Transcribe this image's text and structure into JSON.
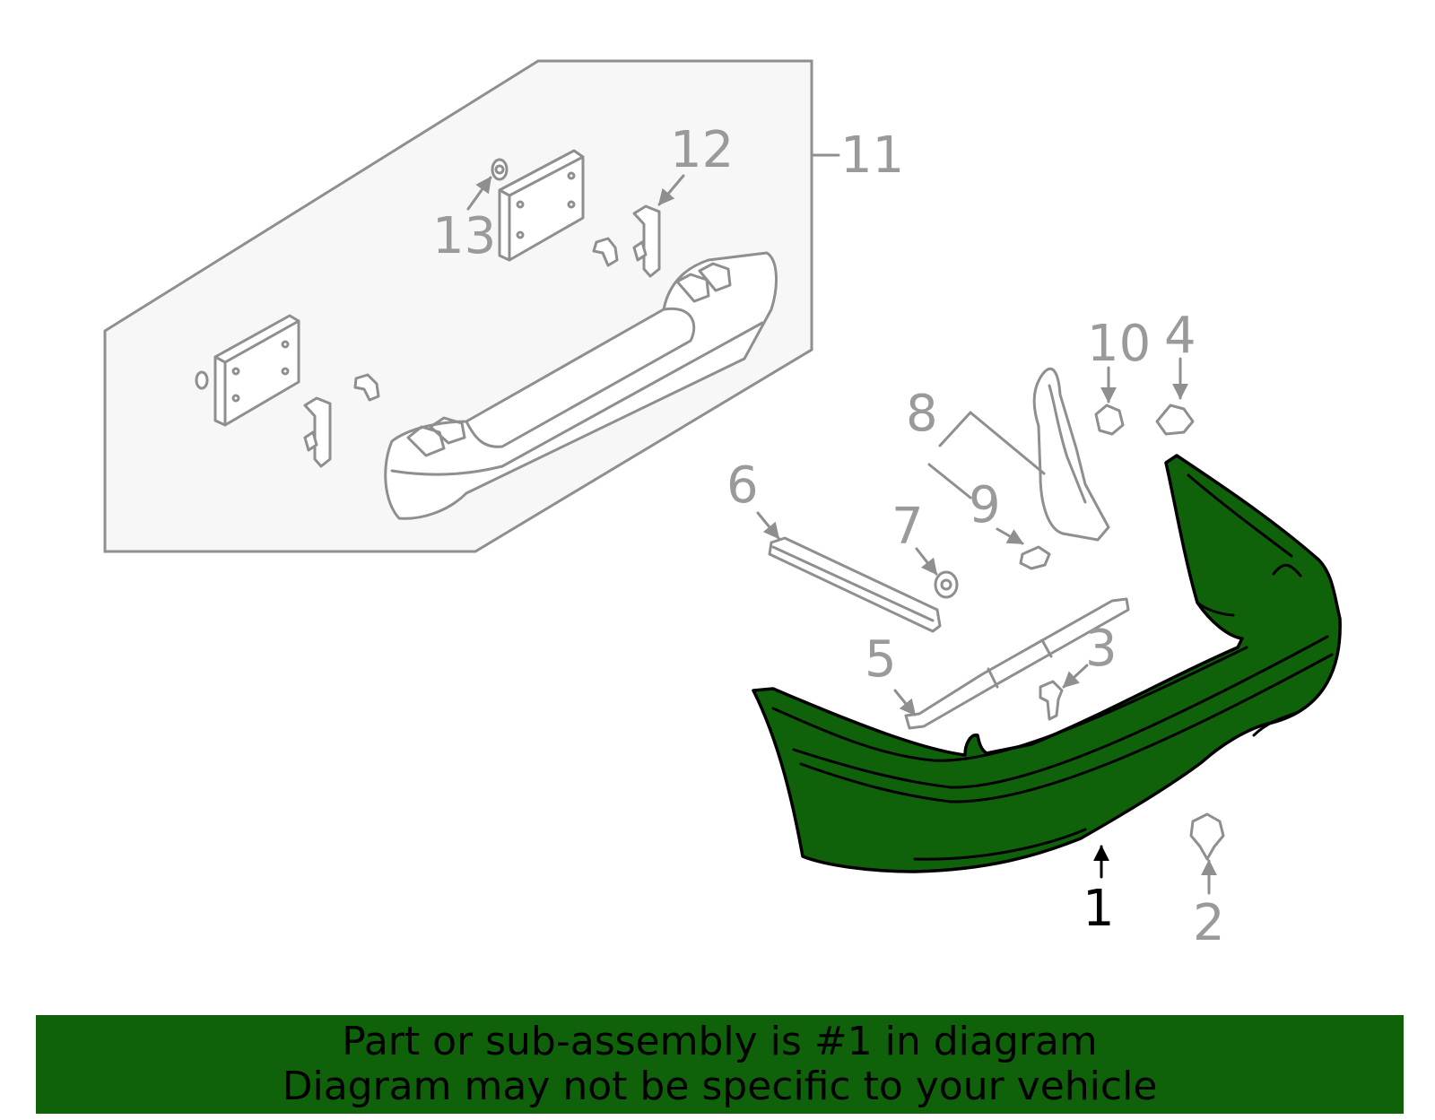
{
  "colors": {
    "highlight_part": "#10620a",
    "banner": "#10620a",
    "line_art": "#8f8f8f",
    "highlight_outline": "#000000",
    "subassembly_box_fill": "#f7f7f7"
  },
  "callouts": {
    "c1": "1",
    "c2": "2",
    "c3": "3",
    "c4": "4",
    "c5": "5",
    "c6": "6",
    "c7": "7",
    "c8": "8",
    "c9": "9",
    "c10": "10",
    "c11": "11",
    "c12": "12",
    "c13": "13"
  },
  "highlighted_callout": "1",
  "footer": {
    "line1": "Part or sub-assembly is #1 in diagram",
    "line2": "Diagram may not be specific to your vehicle"
  }
}
